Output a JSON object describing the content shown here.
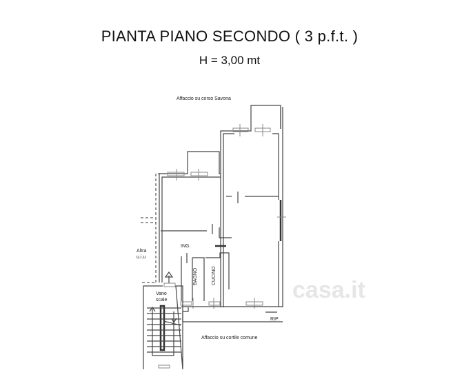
{
  "title": "PIANTA PIANO SECONDO ( 3 p.f.t. )",
  "subtitle": "H = 3,00 mt",
  "plan": {
    "facing_top": "Affaccio su corso Savona",
    "facing_bottom": "Affaccio su cortile comune",
    "entrance": "ING.",
    "other_unit_line1": "Altra",
    "other_unit_line2": "u.i.u",
    "bathroom": "BAGNO",
    "kitchen": "CUCINO",
    "stairwell_line1": "Vano",
    "stairwell_line2": "scale",
    "storage": "RIP.",
    "watermark": "casa.it"
  }
}
